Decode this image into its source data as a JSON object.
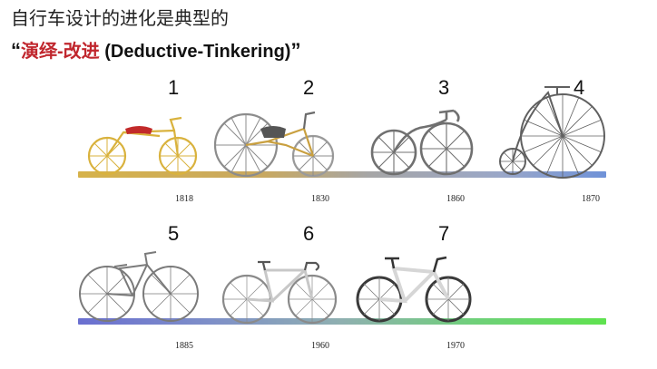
{
  "title": {
    "line1": "自行车设计的进化是典型的",
    "open_quote": "“",
    "chinese": "演绎-改进",
    "english": " (Deductive-Tinkering)",
    "close_quote": "”"
  },
  "bikes": [
    {
      "num": "1",
      "year": "1818",
      "color": "#d9b23d"
    },
    {
      "num": "2",
      "year": "1830",
      "color": "#8c8c8c"
    },
    {
      "num": "3",
      "year": "1860",
      "color": "#707070"
    },
    {
      "num": "4",
      "year": "1870",
      "color": "#606060"
    },
    {
      "num": "5",
      "year": "1885",
      "color": "#7a7a7a"
    },
    {
      "num": "6",
      "year": "1960",
      "color": "#8a8a8a"
    },
    {
      "num": "7",
      "year": "1970",
      "color": "#3a3a3a"
    }
  ],
  "timeline": {
    "top_gradient": [
      "#d6b24a",
      "#a6a6a6",
      "#6f92d8"
    ],
    "bottom_gradient": [
      "#6a6fd0",
      "#8fb0b0",
      "#5fe24f"
    ]
  }
}
